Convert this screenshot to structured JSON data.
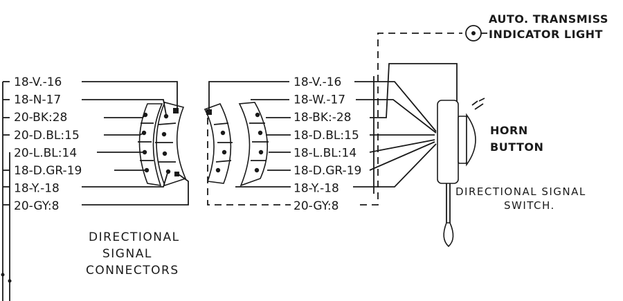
{
  "left_wire_labels": [
    "18-V.-16",
    "18-N-17",
    "20-BK:28",
    "20-D.BL:15",
    "20-L.BL:14",
    "18-D.GR-19",
    "18-Y.-18",
    "20-GY:8"
  ],
  "right_wire_labels": [
    "18-V.-16",
    "18-W.-17",
    "18-BK:-28",
    "18-D.BL:15",
    "18-L.BL:14",
    "18-D.GR-19",
    "18-Y.-18",
    "20-GY:8"
  ],
  "auto_transmission": [
    "AUTO. TRANSMISS",
    "INDICATOR LIGHT"
  ],
  "horn_button": [
    "HORN",
    "BUTTON"
  ],
  "directional_signal_switch": [
    "DIRECTIONAL SIGNAL",
    "SWITCH."
  ],
  "directional_signal_connectors": [
    "DIRECTIONAL",
    "SIGNAL",
    "CONNECTORS"
  ]
}
